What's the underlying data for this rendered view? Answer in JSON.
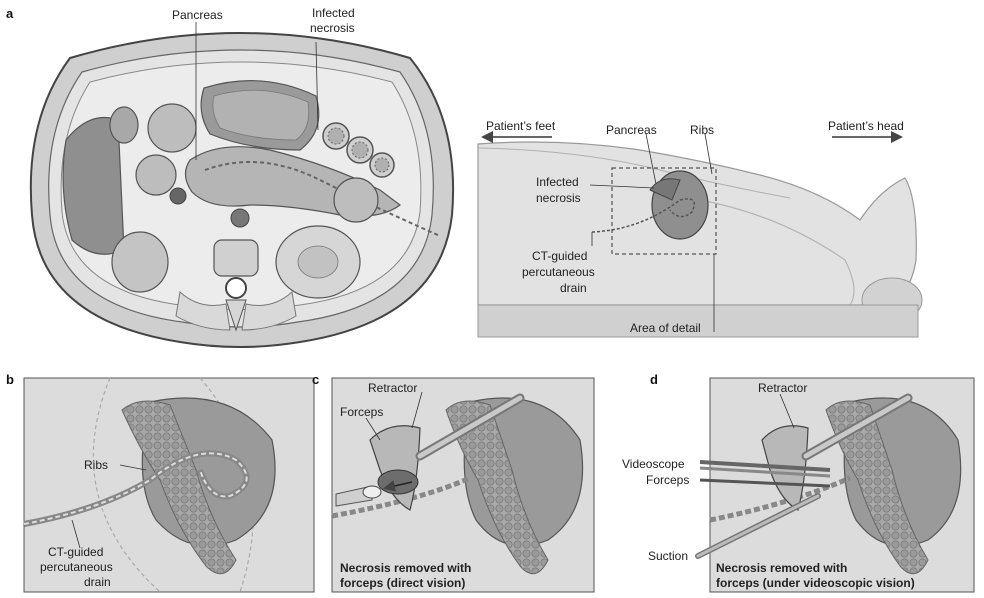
{
  "panel_a": {
    "letter": "a",
    "cross_section": {
      "pancreas_label": "Pancreas",
      "infected_necrosis_label_line1": "Infected",
      "infected_necrosis_label_line2": "necrosis"
    },
    "side_view": {
      "patients_feet": "Patient’s feet",
      "patients_head": "Patient’s head",
      "pancreas": "Pancreas",
      "ribs": "Ribs",
      "infected_necrosis_line1": "Infected",
      "infected_necrosis_line2": "necrosis",
      "ct_drain_line1": "CT-guided",
      "ct_drain_line2": "percutaneous",
      "ct_drain_line3": "drain",
      "area_of_detail": "Area of detail"
    }
  },
  "panel_b": {
    "letter": "b",
    "ribs": "Ribs",
    "ct_drain_line1": "CT-guided",
    "ct_drain_line2": "percutaneous",
    "ct_drain_line3": "drain"
  },
  "panel_c": {
    "letter": "c",
    "retractor": "Retractor",
    "forceps": "Forceps",
    "caption_line1": "Necrosis removed with",
    "caption_line2": "forceps (direct vision)"
  },
  "panel_d": {
    "letter": "d",
    "retractor": "Retractor",
    "videoscope": "Videoscope",
    "forceps": "Forceps",
    "suction": "Suction",
    "caption_line1": "Necrosis removed with",
    "caption_line2": "forceps (under videoscopic vision)"
  }
}
